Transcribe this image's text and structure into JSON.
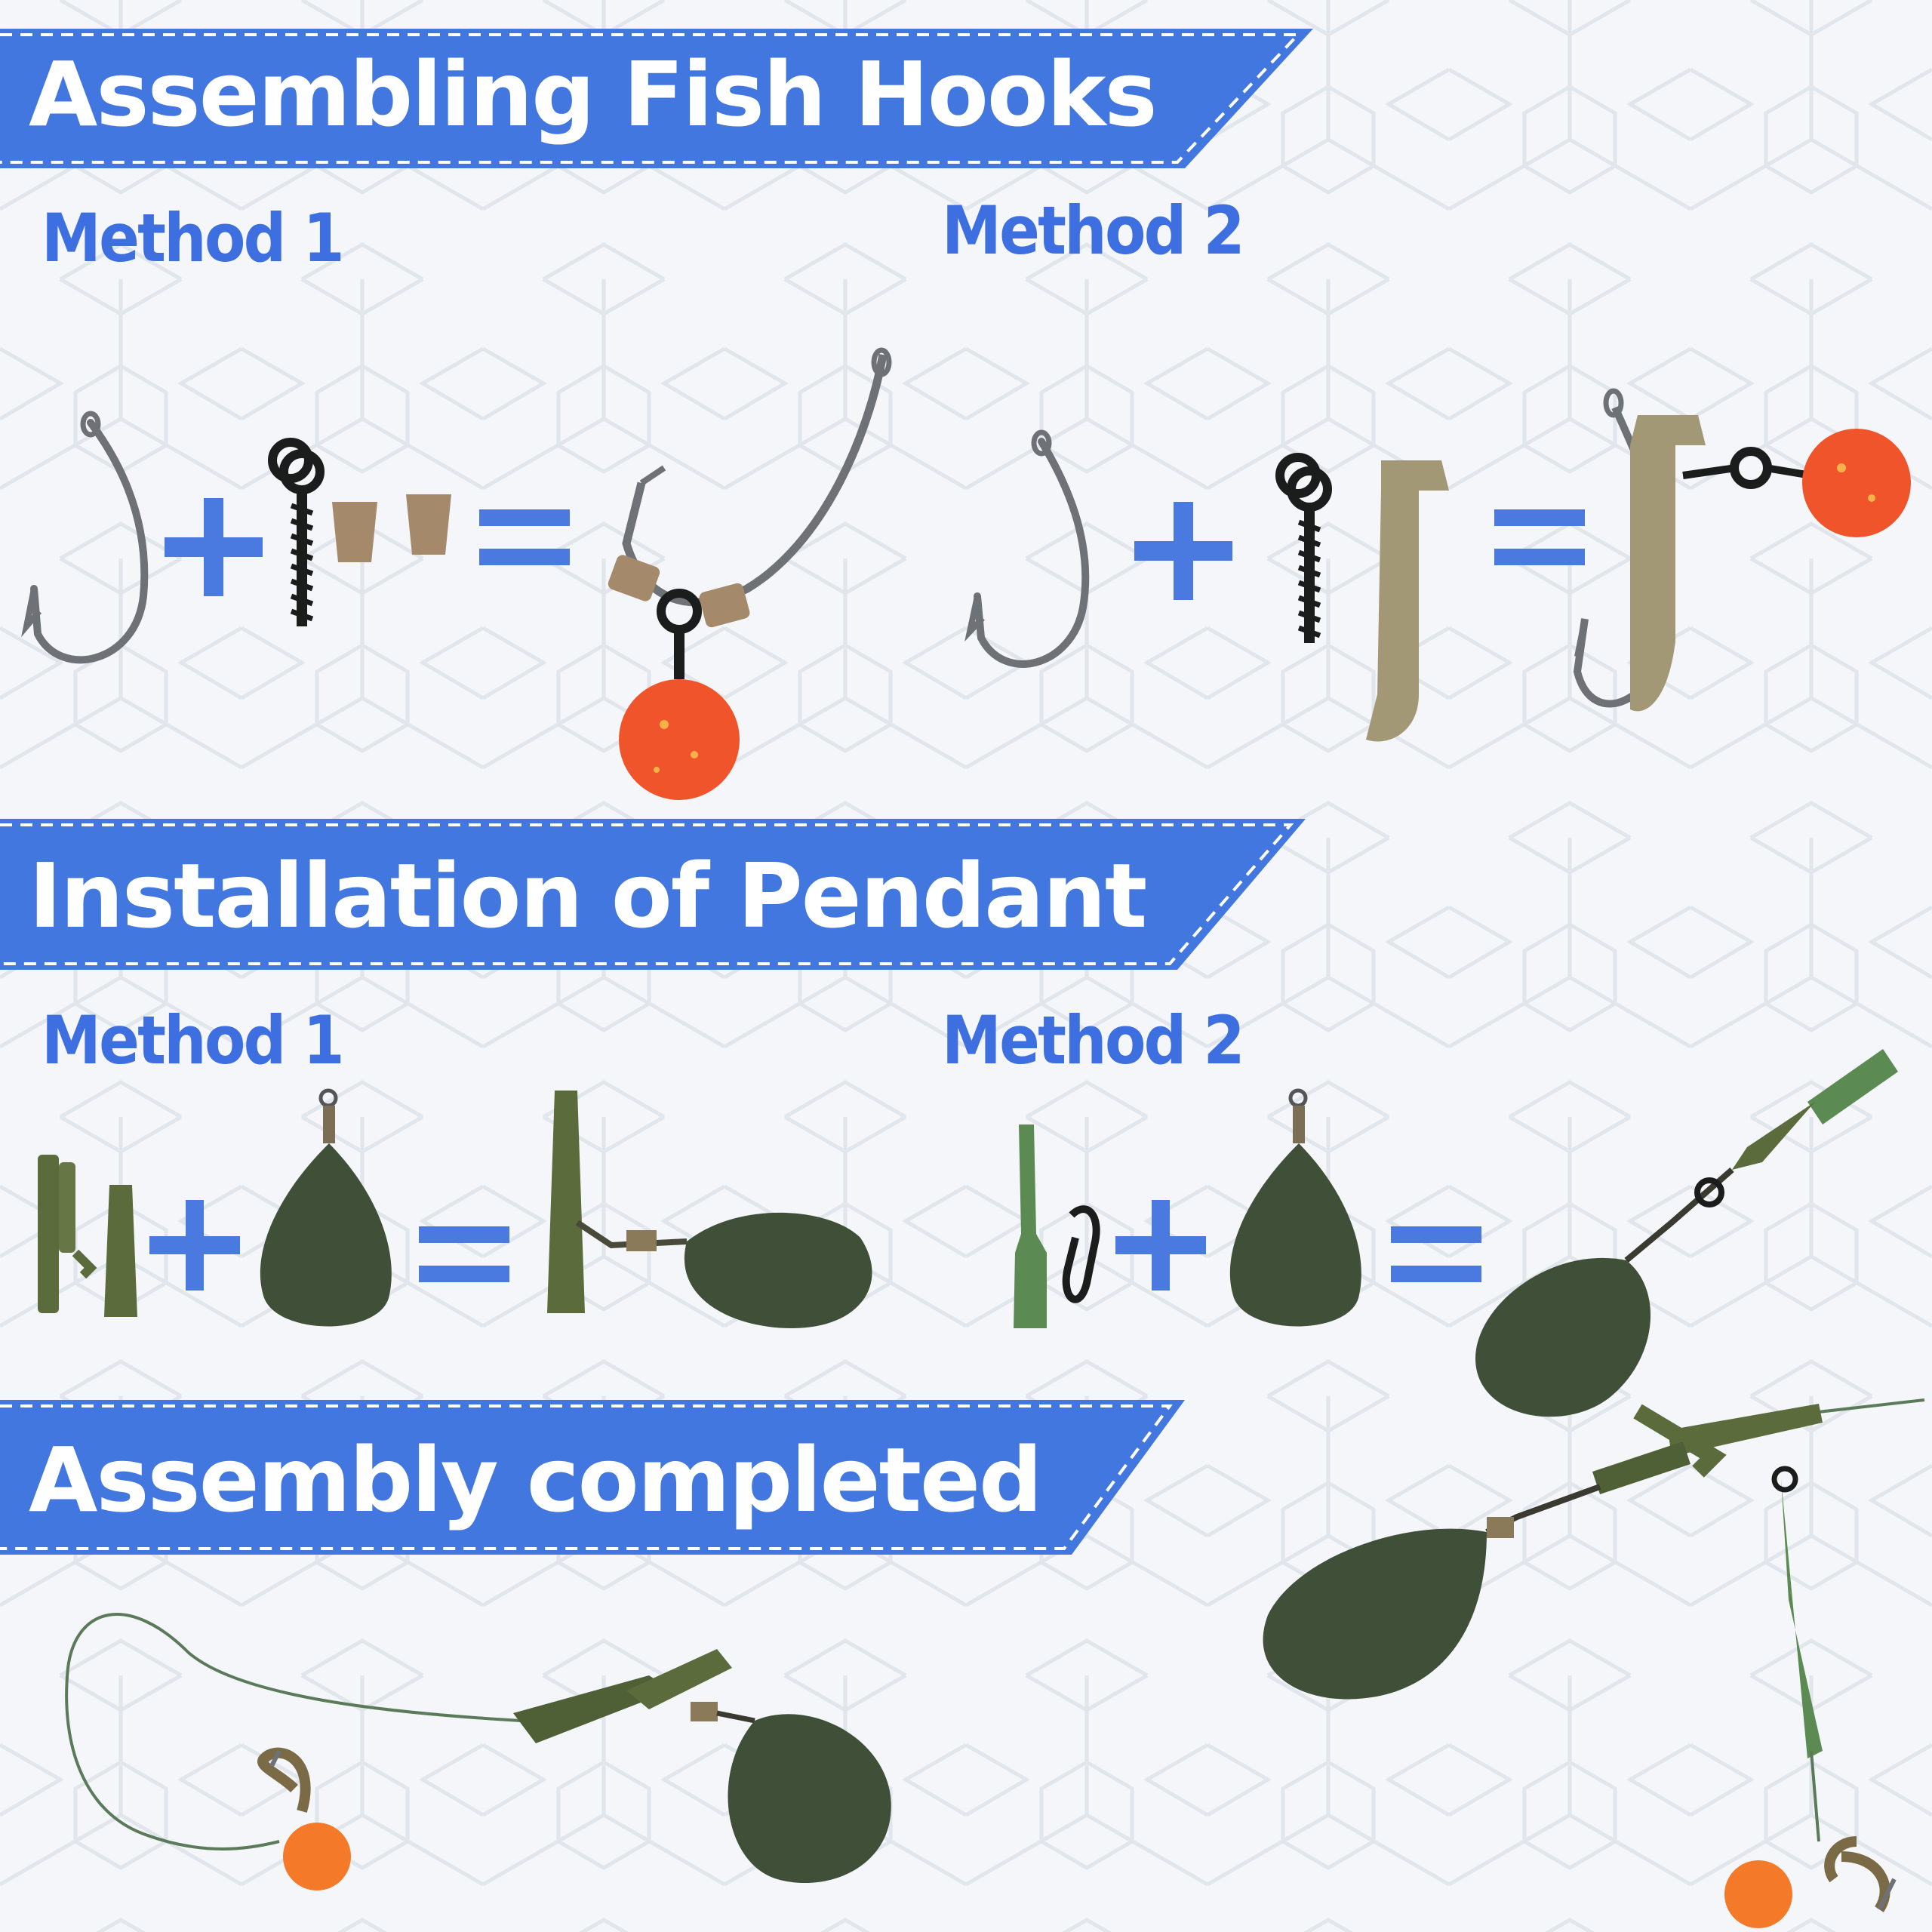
{
  "sections": {
    "hooks": {
      "title": "Assembling Fish Hooks",
      "method1": "Method 1",
      "method2": "Method 2"
    },
    "pendant": {
      "title": "Installation of Pendant",
      "method1": "Method 1",
      "method2": "Method 2"
    },
    "completed": {
      "title": "Assembly completed"
    }
  },
  "colors": {
    "banner": "#4277e0",
    "method_text": "#3d6fe0",
    "operator": "#4a7ae0",
    "lead": "#3f4f38",
    "tube": "#5b6b3c",
    "boilie": "#f0542a",
    "hook": "#6e7277"
  },
  "icons": [
    "hook-icon",
    "bait-screw-icon",
    "stopper-icon",
    "boilie-icon",
    "lead-weight-icon",
    "tail-rubber-icon",
    "snap-clip-icon",
    "swivel-icon",
    "plus-icon",
    "equals-icon"
  ]
}
